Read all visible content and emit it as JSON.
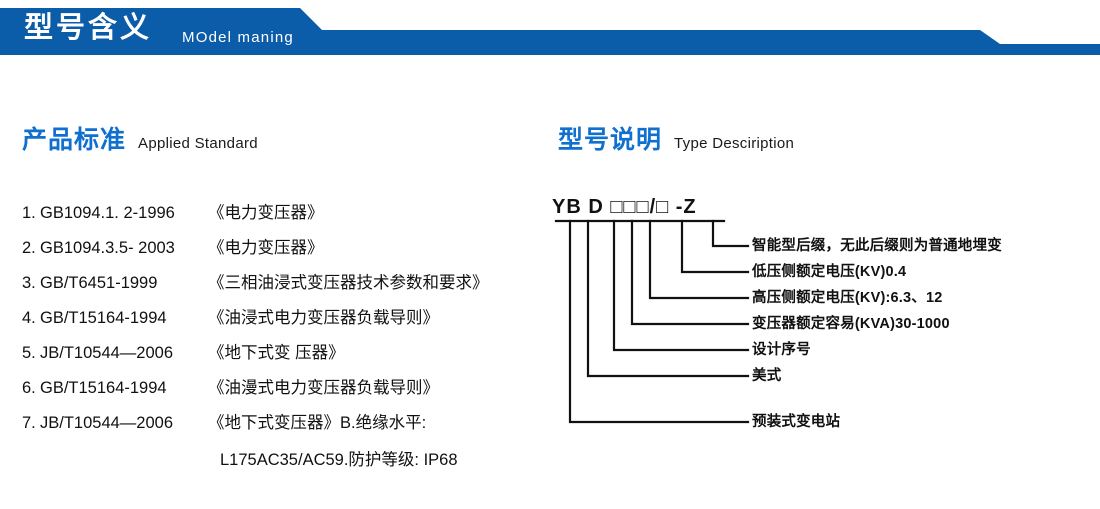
{
  "banner": {
    "title_cn": "型号含义",
    "title_en": "MOdel maning",
    "color": "#0b5ca9"
  },
  "sections": {
    "left": {
      "heading_cn": "产品标准",
      "heading_en": "Applied Standard",
      "heading_color": "#1070d0",
      "items": [
        {
          "num": "1.",
          "code": "GB1094.1. 2-1996",
          "name": "《电力变压器》"
        },
        {
          "num": "2.",
          "code": "GB1094.3.5- 2003",
          "name": "《电力变压器》"
        },
        {
          "num": "3.",
          "code": "GB/T6451-1999",
          "name": "《三相油浸式变压器技术参数和要求》"
        },
        {
          "num": "4.",
          "code": "GB/T15164-1994",
          "name": "《油浸式电力变压器负载导则》"
        },
        {
          "num": "5.",
          "code": "JB/T10544—2006",
          "name": "《地下式变 压器》"
        },
        {
          "num": "6.",
          "code": "GB/T15164-1994",
          "name": "《油漫式电力变压器负载导则》"
        },
        {
          "num": "7.",
          "code": "JB/T10544—2006",
          "name": "《地下式变压器》B.绝缘水平:"
        }
      ],
      "continuation": "L175AC35/AC59.防护等级: IP68"
    },
    "right": {
      "heading_cn": "型号说明",
      "heading_en": "Type Desciription",
      "heading_color": "#1070d0",
      "code_string": "YB D □□□/□ -Z",
      "legend": [
        {
          "label": "智能型后缀，无此后缀则为普通地埋变"
        },
        {
          "label": "低压侧额定电压(KV)0.4"
        },
        {
          "label": "高压侧额定电压(KV):6.3、12"
        },
        {
          "label": "变压器额定容易(KVA)30-1000"
        },
        {
          "label": "设计序号"
        },
        {
          "label": "美式"
        },
        {
          "label": "预装式变电站"
        }
      ]
    }
  }
}
